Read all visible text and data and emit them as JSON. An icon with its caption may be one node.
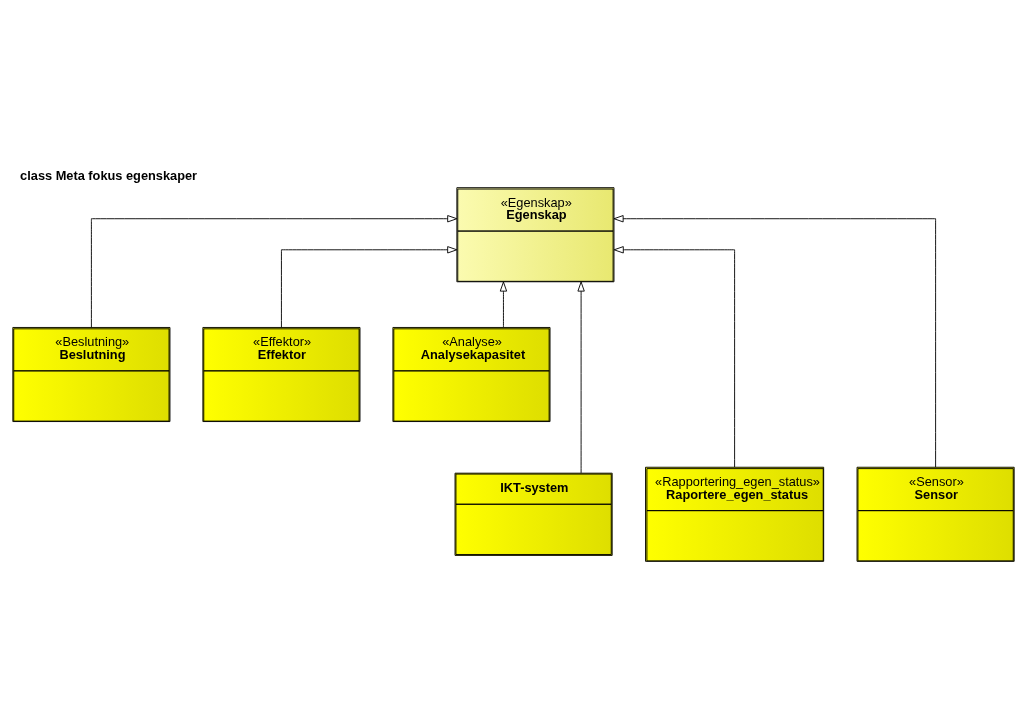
{
  "diagram": {
    "title": "class Meta fokus egenskaper",
    "nodes": [
      {
        "text": [
          "«Egenskap»",
          "Egenskap"
        ]
      },
      {
        "text": [
          "«Beslutning»",
          "Beslutning"
        ]
      },
      {
        "text": [
          "«Effektor»",
          "Effektor"
        ]
      },
      {
        "text": [
          "«Analyse»",
          "Analysekapasitet"
        ]
      },
      {
        "text": [
          "IKT-system"
        ]
      },
      {
        "text": [
          "«Rapportering_egen_status»",
          "Raportere_egen_status"
        ]
      },
      {
        "text": [
          "«Sensor»",
          "Sensor"
        ]
      }
    ],
    "edges": [
      {
        "from": 1,
        "to": 0,
        "arrow": "to"
      },
      {
        "from": 4,
        "to": 0,
        "arrow": "to"
      },
      {
        "from": 2,
        "to": 0,
        "arrow": "to"
      },
      {
        "from": 5,
        "to": 0,
        "arrow": "to"
      },
      {
        "from": 3,
        "to": 0,
        "arrow": "to"
      },
      {
        "from": 6,
        "to": 0,
        "arrow": "to"
      }
    ]
  }
}
